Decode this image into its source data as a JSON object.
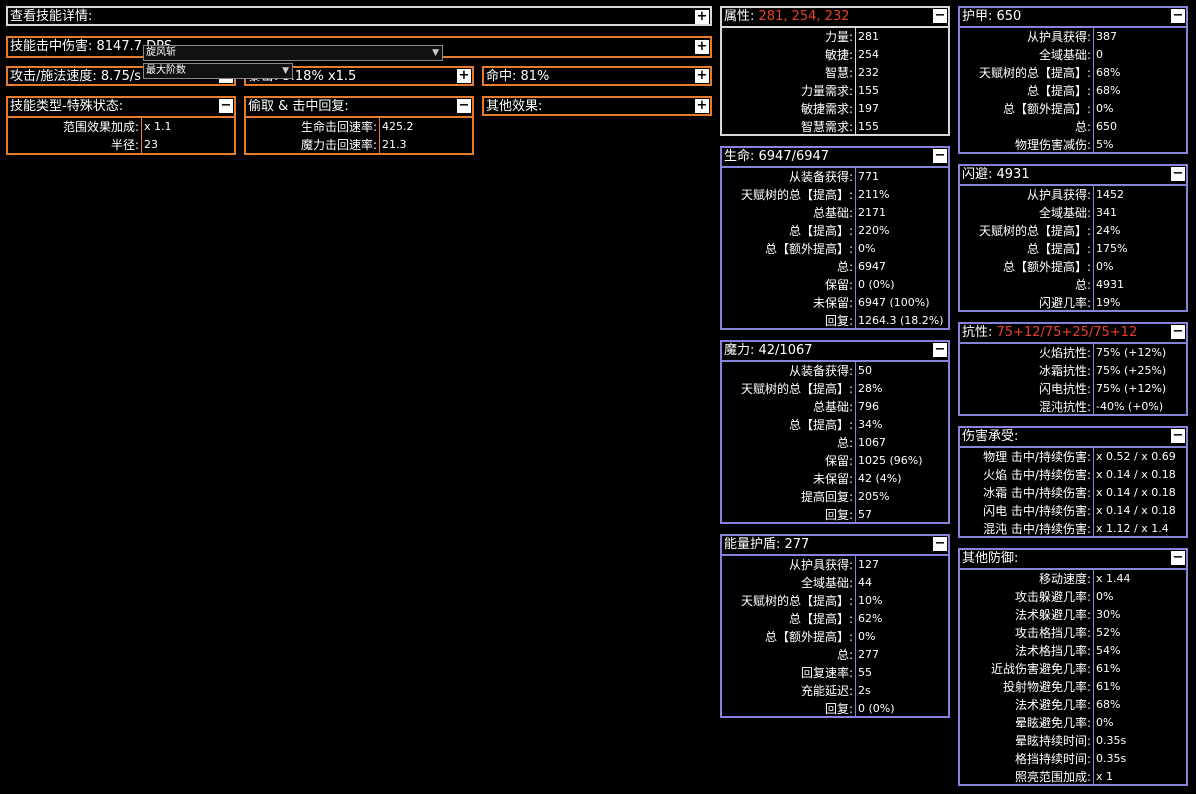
{
  "skill": {
    "details_header": "查看技能详情:",
    "hit_damage": "技能击中伤害: 8147.7 DPS",
    "skill_select": "旋风斩",
    "stage_select": "最大阶数",
    "speed": "攻击/施法速度: 8.75/s",
    "crit": "暴击: 5.18% x1.5",
    "hit": "命中: 81%",
    "type_header": "技能类型-特殊状态:",
    "type_rows": [
      {
        "label": "范围效果加成:",
        "value": "x 1.1"
      },
      {
        "label": "半径:",
        "value": "23"
      }
    ],
    "leech_header": "偷取 & 击中回复:",
    "leech_rows": [
      {
        "label": "生命击回速率:",
        "value": "425.2"
      },
      {
        "label": "魔力击回速率:",
        "value": "21.3"
      }
    ],
    "other_header": "其他效果:"
  },
  "attributes": {
    "title": "属性:",
    "accent": "281, 254, 232",
    "rows": [
      {
        "label": "力量:",
        "value": "281"
      },
      {
        "label": "敏捷:",
        "value": "254"
      },
      {
        "label": "智慧:",
        "value": "232"
      },
      {
        "label": "力量需求:",
        "value": "155"
      },
      {
        "label": "敏捷需求:",
        "value": "197"
      },
      {
        "label": "智慧需求:",
        "value": "155"
      }
    ]
  },
  "life": {
    "title": "生命: 6947/6947",
    "rows": [
      {
        "label": "从装备获得:",
        "value": "771"
      },
      {
        "label": "天赋树的总【提高】:",
        "value": "211%"
      },
      {
        "label": "总基础:",
        "value": "2171"
      },
      {
        "label": "总【提高】:",
        "value": "220%"
      },
      {
        "label": "总【额外提高】:",
        "value": "0%"
      },
      {
        "label": "总:",
        "value": "6947"
      },
      {
        "label": "保留:",
        "value": "0 (0%)"
      },
      {
        "label": "未保留:",
        "value": "6947 (100%)"
      },
      {
        "label": "回复:",
        "value": "1264.3 (18.2%)"
      }
    ]
  },
  "mana": {
    "title": "魔力: 42/1067",
    "rows": [
      {
        "label": "从装备获得:",
        "value": "50"
      },
      {
        "label": "天赋树的总【提高】:",
        "value": "28%"
      },
      {
        "label": "总基础:",
        "value": "796"
      },
      {
        "label": "总【提高】:",
        "value": "34%"
      },
      {
        "label": "总:",
        "value": "1067"
      },
      {
        "label": "保留:",
        "value": "1025 (96%)"
      },
      {
        "label": "未保留:",
        "value": "42 (4%)"
      },
      {
        "label": "提高回复:",
        "value": "205%"
      },
      {
        "label": "回复:",
        "value": "57"
      }
    ]
  },
  "energy": {
    "title": "能量护盾: 277",
    "rows": [
      {
        "label": "从护具获得:",
        "value": "127"
      },
      {
        "label": "全域基础:",
        "value": "44"
      },
      {
        "label": "天赋树的总【提高】:",
        "value": "10%"
      },
      {
        "label": "总【提高】:",
        "value": "62%"
      },
      {
        "label": "总【额外提高】:",
        "value": "0%"
      },
      {
        "label": "总:",
        "value": "277"
      },
      {
        "label": "回复速率:",
        "value": "55"
      },
      {
        "label": "充能延迟:",
        "value": "2s"
      },
      {
        "label": "回复:",
        "value": "0 (0%)"
      }
    ]
  },
  "armour": {
    "title": "护甲: 650",
    "rows": [
      {
        "label": "从护具获得:",
        "value": "387"
      },
      {
        "label": "全域基础:",
        "value": "0"
      },
      {
        "label": "天赋树的总【提高】:",
        "value": "68%"
      },
      {
        "label": "总【提高】:",
        "value": "68%"
      },
      {
        "label": "总【额外提高】:",
        "value": "0%"
      },
      {
        "label": "总:",
        "value": "650"
      },
      {
        "label": "物理伤害减伤:",
        "value": "5%"
      }
    ]
  },
  "evasion": {
    "title": "闪避: 4931",
    "rows": [
      {
        "label": "从护具获得:",
        "value": "1452"
      },
      {
        "label": "全域基础:",
        "value": "341"
      },
      {
        "label": "天赋树的总【提高】:",
        "value": "24%"
      },
      {
        "label": "总【提高】:",
        "value": "175%"
      },
      {
        "label": "总【额外提高】:",
        "value": "0%"
      },
      {
        "label": "总:",
        "value": "4931"
      },
      {
        "label": "闪避几率:",
        "value": "19%"
      }
    ]
  },
  "resist": {
    "title": "抗性:",
    "accent": "75+12/75+25/75+12",
    "rows": [
      {
        "label": "火焰抗性:",
        "value": "75% (+12%)"
      },
      {
        "label": "冰霜抗性:",
        "value": "75% (+25%)"
      },
      {
        "label": "闪电抗性:",
        "value": "75% (+12%)"
      },
      {
        "label": "混沌抗性:",
        "value": "-40% (+0%)"
      }
    ]
  },
  "taken": {
    "title": "伤害承受:",
    "rows": [
      {
        "label": "物理 击中/持续伤害:",
        "value": "x 0.52 / x 0.69"
      },
      {
        "label": "火焰 击中/持续伤害:",
        "value": "x 0.14 / x 0.18"
      },
      {
        "label": "冰霜 击中/持续伤害:",
        "value": "x 0.14 / x 0.18"
      },
      {
        "label": "闪电 击中/持续伤害:",
        "value": "x 0.14 / x 0.18"
      },
      {
        "label": "混沌 击中/持续伤害:",
        "value": "x 1.12 / x 1.4"
      }
    ]
  },
  "otherdef": {
    "title": "其他防御:",
    "rows": [
      {
        "label": "移动速度:",
        "value": "x 1.44"
      },
      {
        "label": "攻击躲避几率:",
        "value": "0%"
      },
      {
        "label": "法术躲避几率:",
        "value": "30%"
      },
      {
        "label": "攻击格挡几率:",
        "value": "52%"
      },
      {
        "label": "法术格挡几率:",
        "value": "54%"
      },
      {
        "label": "近战伤害避免几率:",
        "value": "61%"
      },
      {
        "label": "投射物避免几率:",
        "value": "61%"
      },
      {
        "label": "法术避免几率:",
        "value": "68%"
      },
      {
        "label": "晕眩避免几率:",
        "value": "0%"
      },
      {
        "label": "晕眩持续时间:",
        "value": "0.35s"
      },
      {
        "label": "格挡持续时间:",
        "value": "0.35s"
      },
      {
        "label": "照亮范围加成:",
        "value": "x 1"
      }
    ]
  },
  "buttons": {
    "plus": "+",
    "minus": "−"
  }
}
